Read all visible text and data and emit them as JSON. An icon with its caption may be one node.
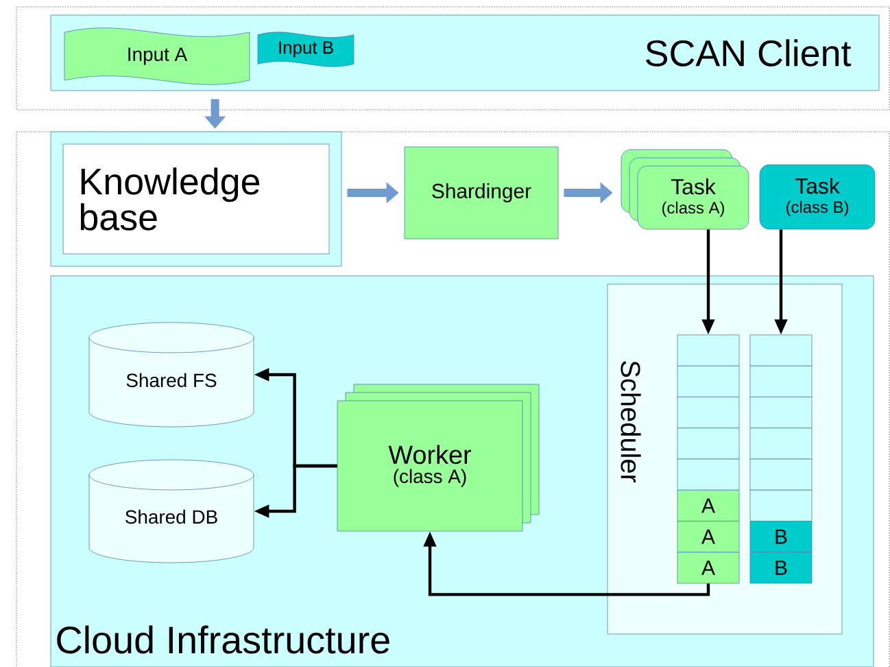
{
  "diagram": {
    "nodes": [
      {
        "text": [
          "SCAN Client"
        ]
      },
      {
        "text": [
          "Input A"
        ],
        "in": 0
      },
      {
        "text": [
          "Input B"
        ],
        "in": 0
      },
      {
        "text": [
          "Knowledge base"
        ]
      },
      {
        "text": [
          "Shardinger"
        ]
      },
      {
        "text": [
          "Task",
          "(class A)"
        ]
      },
      {
        "text": [
          "Task",
          "(class B)"
        ]
      },
      {
        "text": [
          "Cloud Infrastructure"
        ]
      },
      {
        "text": [
          "Scheduler"
        ],
        "in": 7
      },
      {
        "text": [
          "A",
          "A",
          "A"
        ],
        "in": 8
      },
      {
        "text": [
          "B",
          "B"
        ],
        "in": 8
      },
      {
        "text": [
          "Shared FS"
        ],
        "in": 7
      },
      {
        "text": [
          "Shared DB"
        ],
        "in": 7
      },
      {
        "text": [
          "Worker",
          "(class A)"
        ],
        "in": 7
      }
    ],
    "edges": [
      {
        "from": 0,
        "to": 3,
        "arrow": "to",
        "style": "thick",
        "color": "#6f9bd1"
      },
      {
        "from": 3,
        "to": 4,
        "arrow": "to",
        "style": "thick",
        "color": "#6f9bd1"
      },
      {
        "from": 4,
        "to": 5,
        "arrow": "to",
        "style": "thick",
        "color": "#6f9bd1"
      },
      {
        "from": 5,
        "to": 9,
        "arrow": "to"
      },
      {
        "from": 6,
        "to": 10,
        "arrow": "to"
      },
      {
        "from": 13,
        "to": 11,
        "arrow": "to"
      },
      {
        "from": 13,
        "to": 12,
        "arrow": "to"
      },
      {
        "from": 9,
        "to": 13,
        "arrow": "to"
      }
    ]
  }
}
